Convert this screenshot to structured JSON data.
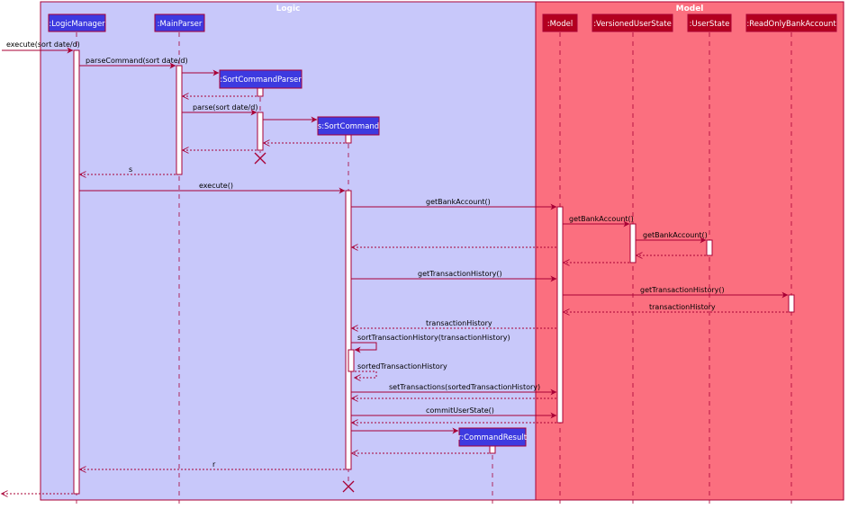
{
  "boxes": {
    "logic": "Logic",
    "model": "Model"
  },
  "participants": {
    "logic_manager": ":LogicManager",
    "main_parser": ":MainParser",
    "sort_command_parser": ":SortCommandParser",
    "sort_command": "s:SortCommand",
    "command_result": "r:CommandResult",
    "model": ":Model",
    "versioned_user_state": ":VersionedUserState",
    "user_state": ":UserState",
    "read_only_bank_account": ":ReadOnlyBankAccount"
  },
  "messages": {
    "m01": "execute(sort date/d)",
    "m02": "parseCommand(sort date/d)",
    "m03": "parse(sort date/d)",
    "m04": "s",
    "m05": "execute()",
    "m06": "getBankAccount()",
    "m07": "getBankAccount()",
    "m08": "getBankAccount()",
    "m09": "getTransactionHistory()",
    "m10": "getTransactionHistory()",
    "m11": "transactionHistory",
    "m12": "transactionHistory",
    "m13": "sortTransactionHistory(transactionHistory)",
    "m14": "sortedTransactionHistory",
    "m15": "setTransactions(sortedTransactionHistory)",
    "m16": "commitUserState()",
    "m17": "r"
  },
  "colors": {
    "logic_box": "#c8c8fa",
    "model_box": "#fb6f7f",
    "logic_participant": "#3d3ae0",
    "model_participant": "#b3001f",
    "arrow": "#a80036"
  }
}
